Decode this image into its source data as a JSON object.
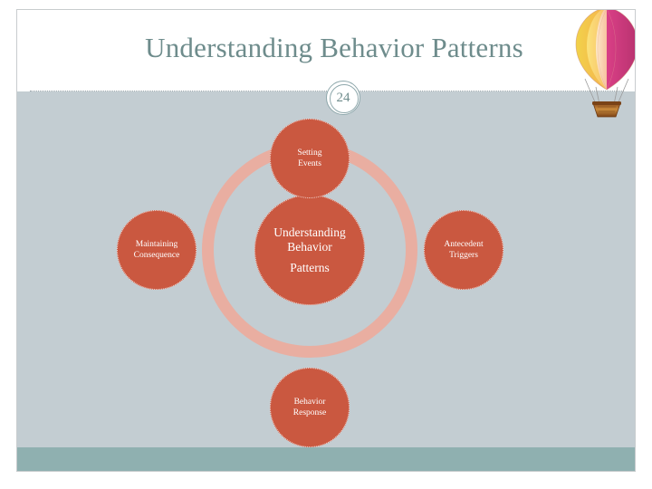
{
  "slide": {
    "title": "Understanding Behavior Patterns",
    "page_number": "24",
    "colors": {
      "title_text": "#6e8c8c",
      "body_background": "#c3cdd2",
      "footer_band": "#8fb0b0",
      "node_fill": "#ca5840",
      "ring": "#f0a899",
      "node_text": "#ffffff"
    }
  },
  "decoration": {
    "balloon_name": "hot-air-balloon",
    "divider_name": "title-divider-rule"
  },
  "diagram": {
    "type": "cycle",
    "center": {
      "line1": "Understanding",
      "line2": "Behavior",
      "line3": "Patterns"
    },
    "nodes": [
      {
        "position": "top",
        "line1": "Setting",
        "line2": "Events"
      },
      {
        "position": "right",
        "line1": "Antecedent",
        "line2": "Triggers"
      },
      {
        "position": "bottom",
        "line1": "Behavior",
        "line2": "Response"
      },
      {
        "position": "left",
        "line1": "Maintaining",
        "line2": "Consequence"
      }
    ]
  }
}
